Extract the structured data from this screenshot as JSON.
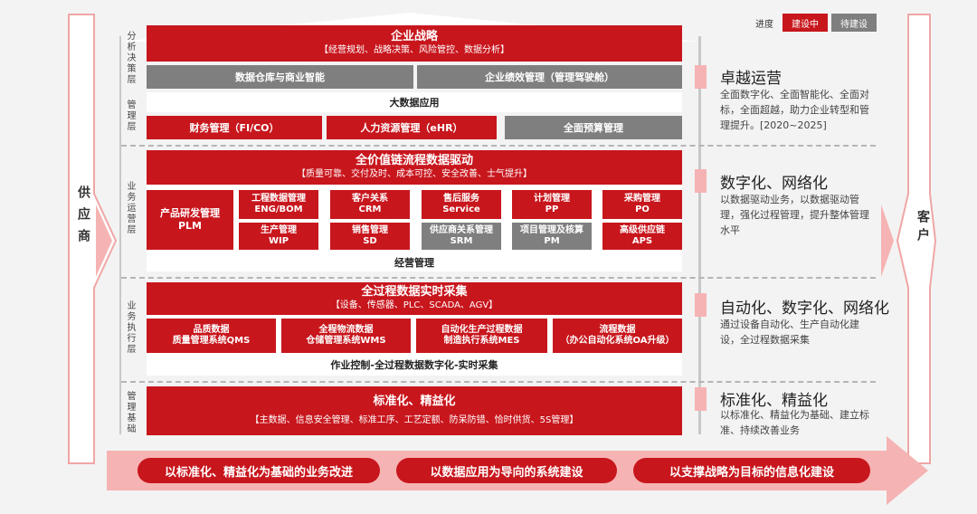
{
  "legend": {
    "label": "进度",
    "in_progress": "建设中",
    "pending": "待建设"
  },
  "left_side": {
    "label": "供应商"
  },
  "right_side": {
    "label": "客户"
  },
  "layers": {
    "analysis": "分析决策层",
    "management": "管理层",
    "operation": "业务运营层",
    "execution": "业务执行层",
    "foundation": "管理基础"
  },
  "strategy": {
    "title": "企业战略",
    "subtitle": "【经营规划、战略决策、风险管控、数据分析】"
  },
  "analysis_row": [
    "数据仓库与商业智能",
    "企业绩效管理（管理驾驶舱）"
  ],
  "big_data": "大数据应用",
  "mgmt_row": [
    "财务管理（FI/CO）",
    "人力资源管理（eHR）",
    "全面预算管理"
  ],
  "value_chain": {
    "title": "全价值链流程数据驱动",
    "subtitle": "【质量可靠、交付及时、成本可控、安全改善、士气提升】"
  },
  "plm": {
    "l1": "产品研发管理",
    "l2": "PLM"
  },
  "ops_top": [
    {
      "l1": "工程数据管理",
      "l2": "ENG/BOM"
    },
    {
      "l1": "客户关系",
      "l2": "CRM"
    },
    {
      "l1": "售后服务",
      "l2": "Service"
    },
    {
      "l1": "计划管理",
      "l2": "PP"
    },
    {
      "l1": "采购管理",
      "l2": "PO"
    }
  ],
  "ops_bottom": [
    {
      "l1": "生产管理",
      "l2": "WIP"
    },
    {
      "l1": "销售管理",
      "l2": "SD"
    },
    {
      "l1": "供应商关系管理",
      "l2": "SRM"
    },
    {
      "l1": "项目管理及核算",
      "l2": "PM"
    },
    {
      "l1": "高级供应链",
      "l2": "APS"
    }
  ],
  "business_mgmt": "经营管理",
  "realtime": {
    "title": "全过程数据实时采集",
    "subtitle": "【设备、传感器、PLC、SCADA、AGV】"
  },
  "exec_row": [
    {
      "l1": "品质数据",
      "l2": "质量管理系统QMS"
    },
    {
      "l1": "全程物流数据",
      "l2": "仓储管理系统WMS"
    },
    {
      "l1": "自动化生产过程数据",
      "l2": "制造执行系统MES"
    },
    {
      "l1": "流程数据",
      "l2": "（办公自动化系统OA升级）"
    }
  ],
  "exec_footer": "作业控制-全过程数据数字化-实时采集",
  "foundation": {
    "title": "标准化、精益化",
    "subtitle": "【主数据、信息安全管理、标准工序、工艺定额、防呆防错、恰时供货、5S管理】"
  },
  "right_panels": [
    {
      "title": "卓越运营",
      "desc": "全面数字化、全面智能化、全面对标，全面超越，助力企业转型和管理提升。[2020~2025]"
    },
    {
      "title": "数字化、网络化",
      "desc": "以数据驱动业务，以数据驱动管理，强化过程管理，提升整体管理水平"
    },
    {
      "title": "自动化、数字化、网络化",
      "desc": "通过设备自动化、生产自动化建设，全过程数据采集"
    },
    {
      "title": "标准化、精益化",
      "desc": "以标准化、精益化为基础、建立标准、持续改善业务"
    }
  ],
  "bottom_pills": [
    "以标准化、精益化为基础的业务改进",
    "以数据应用为导向的系统建设",
    "以支撑战略为目标的信息化建设"
  ],
  "colors": {
    "red": "#c8161d",
    "grey": "#7f7f7f",
    "pink": "#f6b3b3"
  }
}
